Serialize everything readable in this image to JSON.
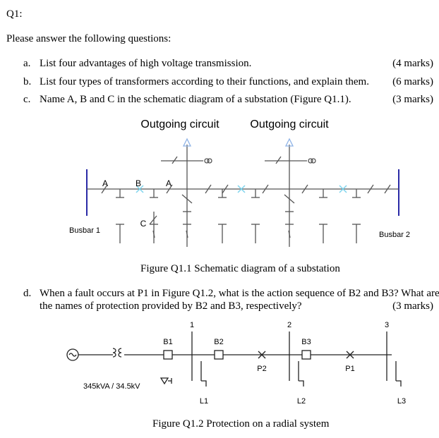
{
  "question": {
    "title": "Q1:",
    "intro": "Please answer the following questions:",
    "items": [
      {
        "letter": "a.",
        "text": "List four advantages of high voltage transmission.",
        "marks": "(4 marks)"
      },
      {
        "letter": "b.",
        "text": "List four types of transformers according to their functions, and explain them.",
        "marks": "(6 marks)"
      },
      {
        "letter": "c.",
        "text": "Name A, B and C in the schematic diagram of a substation (Figure Q1.1).",
        "marks": "(3 marks)"
      }
    ],
    "item_d": {
      "letter": "d.",
      "line1": "When a fault occurs at P1 in Figure Q1.2, what is the action sequence of B2 and B3? What are",
      "line2": "the names of protection provided by B2 and B3, respectively?",
      "marks": "(3 marks)"
    }
  },
  "figure1": {
    "caption": "Figure Q1.1 Schematic diagram of a substation",
    "outgoing_left": "Outgoing circuit",
    "outgoing_right": "Outgoing circuit",
    "busbar1": "Busbar 1",
    "busbar2": "Busbar 2",
    "label_a1": "A",
    "label_b": "B",
    "label_a2": "A",
    "label_c": "C",
    "line_color": "#555555",
    "arrow_color": "#8fb3e6",
    "cross_color": "#7fd3ec",
    "busbar_color": "#2a2aa6"
  },
  "figure2": {
    "caption": "Figure Q1.2 Protection on a radial system",
    "bus_numbers": [
      "1",
      "2",
      "3"
    ],
    "breakers": [
      "B1",
      "B2",
      "B3"
    ],
    "faults": [
      "P2",
      "P1"
    ],
    "loads": [
      "L1",
      "L2",
      "L3"
    ],
    "transformer_rating": "345kVA / 34.5kV",
    "line_color": "#222222"
  }
}
